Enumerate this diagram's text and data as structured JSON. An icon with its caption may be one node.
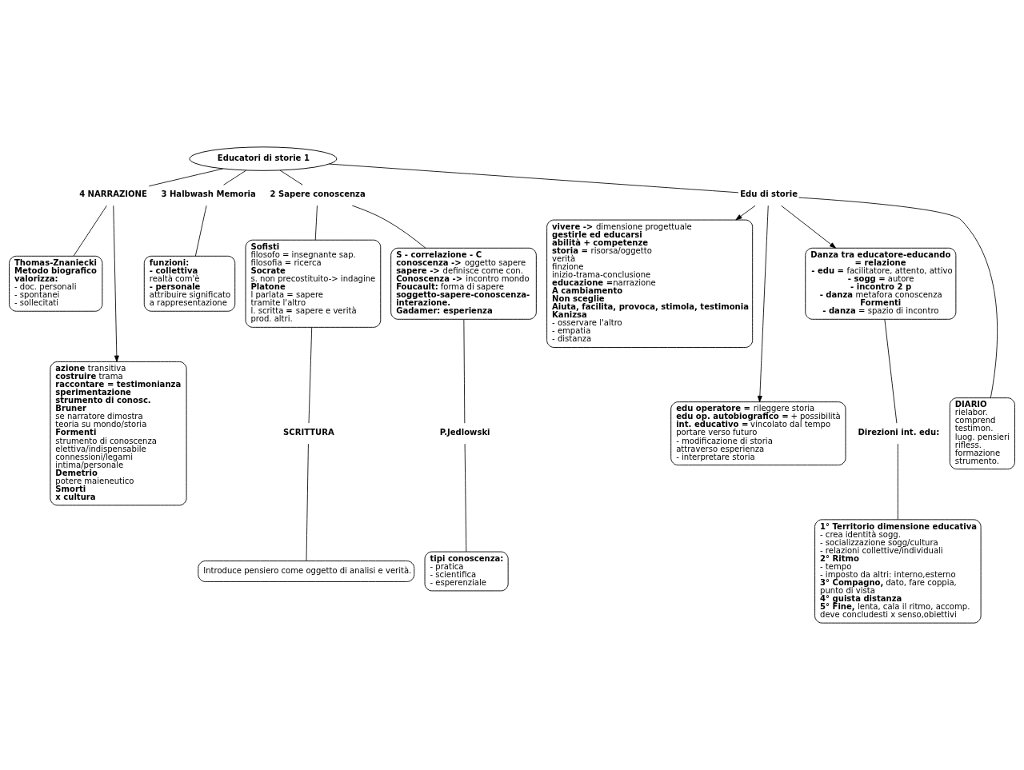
{
  "diagram": {
    "nodes": [
      {
        "text": [
          "Educatori di storie 1"
        ]
      },
      {
        "text": [
          "4 NARRAZIONE"
        ]
      },
      {
        "text": [
          "**Thomas-Znaniecki**",
          "**Metodo biografico**",
          "**valorizza:**",
          "- doc. personali",
          "- spontanei",
          "- sollecitati"
        ]
      },
      {
        "text": [
          "**azione** transitiva",
          "**costruire** trama",
          "**raccontare = testimonianza**",
          "**sperimentazione**",
          "**strumento di conosc.**",
          "**Bruner**",
          "se narratore dimostra",
          "teoria su mondo/storia",
          "**Formenti**",
          "strumento di conoscenza",
          "elettiva/indispensabile",
          "connessioni/legami",
          "intima/personale",
          "**Demetrio**",
          "potere maieneutico",
          "**Smorti**",
          "**x cultura**"
        ]
      },
      {
        "text": [
          "3 Halbwash Memoria"
        ]
      },
      {
        "text": [
          "**funzioni:**",
          "**- collettiva**",
          "realtà com'è",
          "**- personale**",
          "attribuire significato",
          "a rappresentazione"
        ]
      },
      {
        "text": [
          "2 Sapere conoscenza"
        ]
      },
      {
        "text": [
          "**Sofisti**",
          "filosofo = insegnante sap.",
          "filosofia = ricerca",
          "**Socrate**",
          "s. non precostituito-> indagine",
          "**Platone**",
          "l parlata = sapere",
          "tramite l'altro",
          "l. scritta **=** sapere e verità",
          "prod. altri."
        ]
      },
      {
        "text": [
          "SCRITTURA"
        ]
      },
      {
        "text": [
          "Introduce pensiero come oggetto di analisi e verità."
        ]
      },
      {
        "text": [
          "**S - correlazione - C**",
          "**conoscenza ->** oggetto sapere",
          "**sapere ->** definisce come con.",
          "**Conoscenza ->** incontro mondo",
          "**Foucault:** forma di sapere",
          "**soggetto-sapere-conoscenza-**",
          "**interazione.**",
          "**Gadamer: esperienza**"
        ]
      },
      {
        "text": [
          "P.Jedlowski"
        ]
      },
      {
        "text": [
          "**tipi conoscenza:**",
          "- pratica",
          "- scientifica",
          "- esperenziale"
        ]
      },
      {
        "text": [
          "Edu di storie"
        ]
      },
      {
        "text": [
          "**vivere ->** dimensione progettuale",
          "**gestirle ed educarsi**",
          "**abilità + competenze**",
          "**storia =** risorsa/oggetto",
          "verità",
          "finzione",
          "inizio-trama-conclusione",
          "**educazione =**narrazione",
          "**A cambiamento**",
          "**Non sceglie**",
          "**Aiuta, facilita, provoca, stimola, testimonia**",
          "**Kanizsa**",
          "- osservare l'altro",
          "- empatia",
          "- distanza"
        ]
      },
      {
        "text": [
          "**edu operatore =** rileggere storia",
          "**edu op. autobiografico =** + possibilità",
          "**int. educativo =** vincolato dal tempo",
          "portare verso futuro",
          "- modificazione di storia",
          "attraverso esperienza",
          "- interpretare storia"
        ]
      },
      {
        "text": [
          "**Danza tra educatore-educando**",
          "**= relazione**",
          "**- edu =** facilitatore, attento, attivo",
          "**- sogg =** autore",
          "**- incontro 2 p**",
          "**- danza** metafora conoscenza",
          "**Formenti**",
          "**- danza** = spazio di incontro"
        ]
      },
      {
        "text": [
          "Direzioni int. edu:"
        ]
      },
      {
        "text": [
          "**1° Territorio dimensione educativa**",
          "- crea identità sogg.",
          "- socializzazione sogg/cultura",
          "- relazioni collettive/individuali",
          "**2° Ritmo**",
          "- tempo",
          "- imposto da altri: interno,esterno",
          "**3° Compagno,** dato, fare coppia,",
          "punto di vista",
          "**4° guista distanza**",
          "**5° Fine,** lenta, cala il ritmo, accomp.",
          "deve concludesti x senso,obiettivi"
        ]
      },
      {
        "text": [
          "**DIARIO**",
          "rielabor.",
          "comprend",
          "testimon.",
          "luog. pensieri",
          "rifless.",
          "formazione",
          "strumento."
        ]
      }
    ],
    "edges": [
      {
        "from": 0,
        "to": 1,
        "arrow": "none"
      },
      {
        "from": 1,
        "to": 2,
        "arrow": "none"
      },
      {
        "from": 1,
        "to": 3,
        "arrow": "to"
      },
      {
        "from": 0,
        "to": 4,
        "arrow": "none"
      },
      {
        "from": 4,
        "to": 5,
        "arrow": "none"
      },
      {
        "from": 0,
        "to": 6,
        "arrow": "none"
      },
      {
        "from": 6,
        "to": 7,
        "arrow": "none"
      },
      {
        "from": 6,
        "to": 10,
        "arrow": "none"
      },
      {
        "from": 7,
        "to": 8,
        "arrow": "none"
      },
      {
        "from": 8,
        "to": 9,
        "arrow": "none"
      },
      {
        "from": 10,
        "to": 11,
        "arrow": "none"
      },
      {
        "from": 11,
        "to": 12,
        "arrow": "none"
      },
      {
        "from": 0,
        "to": 13,
        "arrow": "none"
      },
      {
        "from": 13,
        "to": 14,
        "arrow": "to"
      },
      {
        "from": 13,
        "to": 15,
        "arrow": "to"
      },
      {
        "from": 13,
        "to": 16,
        "arrow": "to"
      },
      {
        "from": 13,
        "to": 19,
        "arrow": "none"
      },
      {
        "from": 16,
        "to": 17,
        "arrow": "none"
      },
      {
        "from": 17,
        "to": 18,
        "arrow": "none"
      }
    ]
  }
}
